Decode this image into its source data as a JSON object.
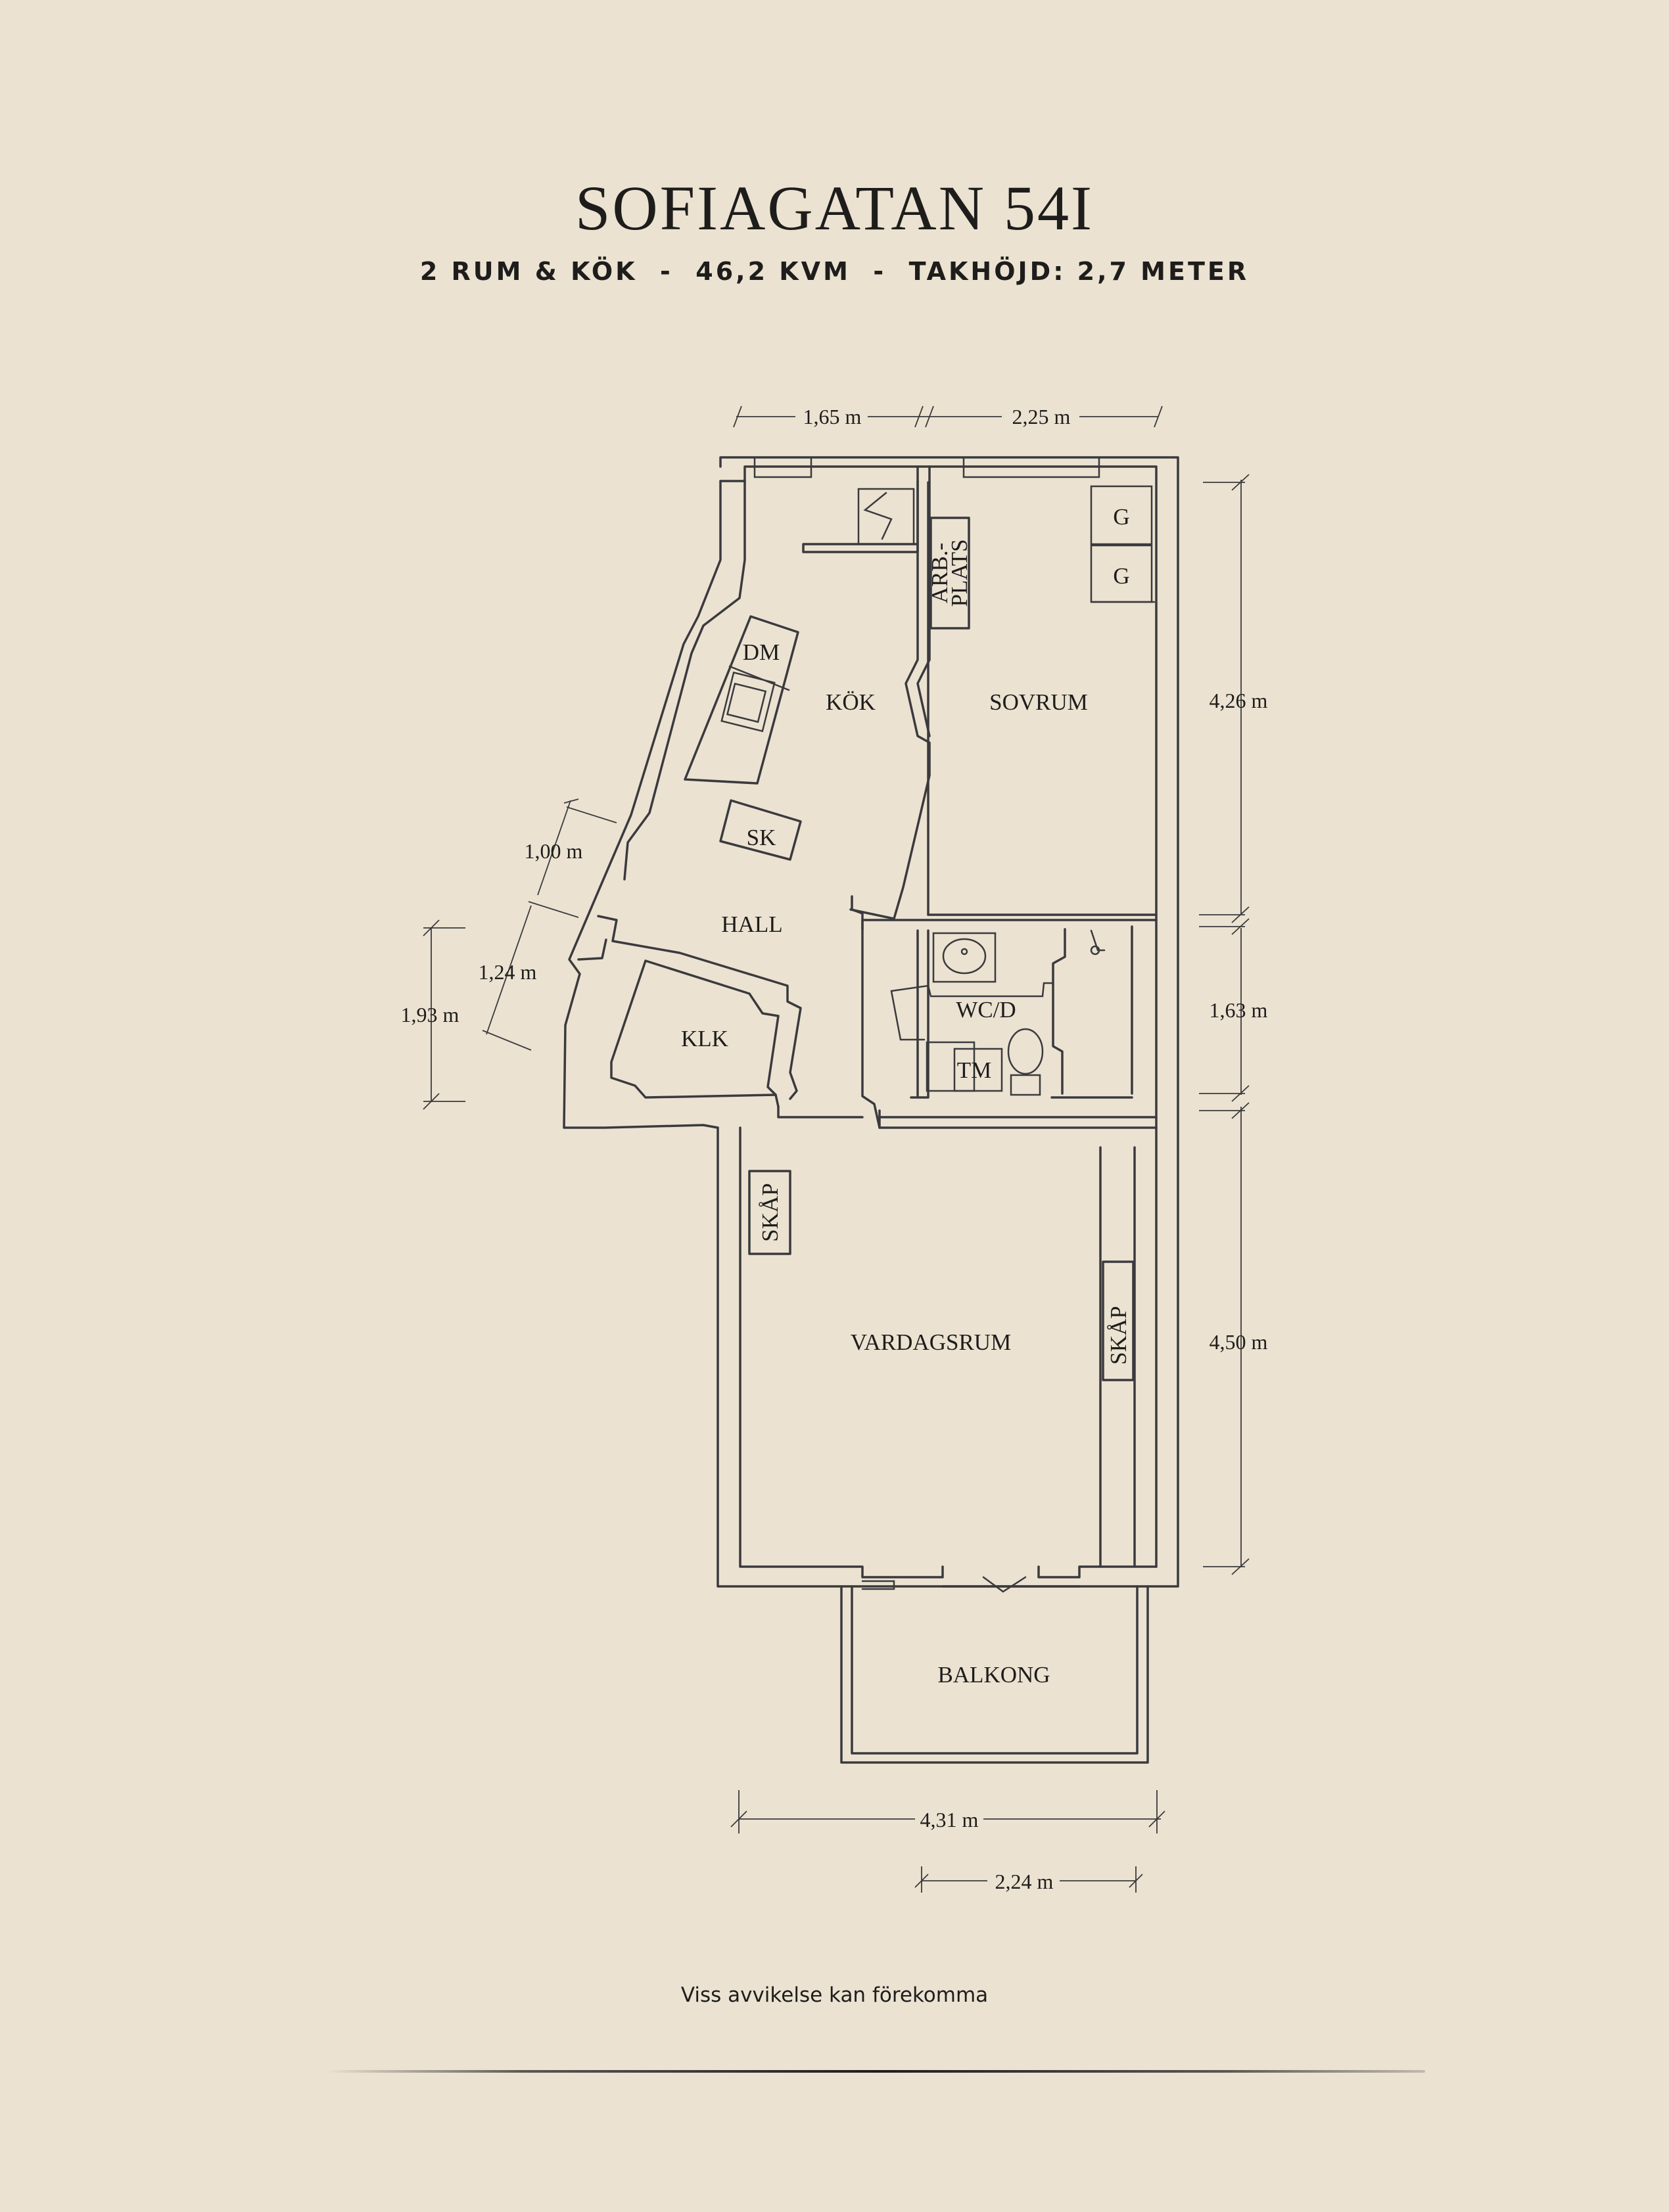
{
  "header": {
    "title": "SOFIAGATAN 54I",
    "subtitle": "2 RUM & KÖK  -  46,2 KVM  -  TAKHÖJD: 2,7 METER"
  },
  "rooms": {
    "kok": "KÖK",
    "sovrum": "SOVRUM",
    "hall": "HALL",
    "klk": "KLK",
    "wcd": "WC/D",
    "tm": "TM",
    "vardagsrum": "VARDAGSRUM",
    "balkong": "BALKONG"
  },
  "fixtures": {
    "dm": "DM",
    "sk": "SK",
    "g1": "G",
    "g2": "G",
    "arbplats_line1": "ARB.-",
    "arbplats_line2": "PLATS",
    "skap_left": "SKÅP",
    "skap_right": "SKÅP"
  },
  "dimensions": {
    "top_left": "1,65 m",
    "top_right": "2,25 m",
    "right_sovrum": "4,26 m",
    "right_wc": "1,63 m",
    "right_vardagsrum": "4,50 m",
    "left_hall": "1,00 m",
    "left_klk": "1,24 m",
    "left_total": "1,93 m",
    "bottom_total": "4,31 m",
    "bottom_balkong": "2,24 m"
  },
  "footer": {
    "disclaimer": "Viss avvikelse kan förekomma"
  }
}
